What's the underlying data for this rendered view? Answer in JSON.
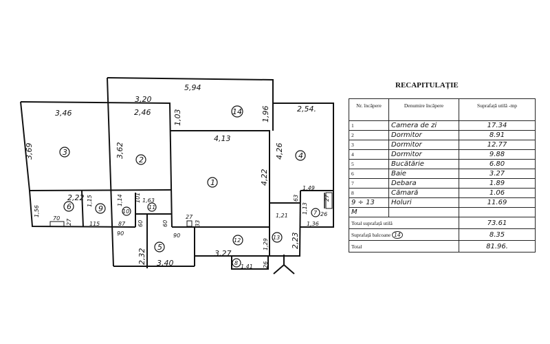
{
  "plan": {
    "rooms": [
      "1",
      "2",
      "3",
      "4",
      "5",
      "6",
      "7",
      "8",
      "9",
      "10",
      "11",
      "12",
      "13",
      "14"
    ],
    "dims": {
      "d594": "5,94",
      "d320": "3,20",
      "d246": "2,46",
      "d346": "3,46",
      "d103": "1,03",
      "d196": "1,96",
      "d254": "2,54.",
      "d369": "3,69",
      "d362": "3,62",
      "d413": "4,13",
      "d426": "4,26",
      "d422": "4,22",
      "d222": "2,22",
      "d156": "1,56",
      "d70": "70",
      "d27a": "27",
      "d115a": "1,15",
      "d115b": "115",
      "d114": "1,14",
      "d87": "87",
      "d101": "101",
      "d163": "1,63",
      "d60a": "60",
      "d60b": "60",
      "d90a": "90",
      "d90b": "90",
      "d27b": "27",
      "d33": "33",
      "d232": "2,32",
      "d340": "3,40",
      "d327": "3,27",
      "d141": "1,41",
      "d26a": "26",
      "d129": "1,29",
      "d121": "1,21",
      "d63": "63",
      "d149": "1,49",
      "d113": "1,13",
      "d136": "1,36",
      "d26b": "26",
      "d223": "2,23",
      "d27c": "27"
    }
  },
  "recap": {
    "title": "RECAPITULAȚIE",
    "headers": [
      "Nr. încăpere",
      "Denumire încăpere",
      "Suprafață utilă -mp"
    ],
    "rows": [
      {
        "nr": "1",
        "name": "Camera de zi",
        "area": "17.34"
      },
      {
        "nr": "2",
        "name": "Dormitor",
        "area": "8.91"
      },
      {
        "nr": "3",
        "name": "Dormitor",
        "area": "12.77"
      },
      {
        "nr": "4",
        "name": "Dormitor",
        "area": "9.88"
      },
      {
        "nr": "5",
        "name": "Bucătărie",
        "area": "6.80"
      },
      {
        "nr": "6",
        "name": "Baie",
        "area": "3.27"
      },
      {
        "nr": "7",
        "name": "Debara",
        "area": "1.89"
      },
      {
        "nr": "8",
        "name": "Cămară",
        "area": "1.06"
      },
      {
        "nr": "9 ÷ 13",
        "name": "Holuri",
        "area": "11.69"
      },
      {
        "nr": "M",
        "name": "",
        "area": ""
      }
    ],
    "total_util_label": "Total suprafață utilă",
    "total_util": "73.61",
    "balcony_label": "Suprafață balcoane",
    "balcony_ref": "14",
    "balcony": "8.35",
    "total_label": "Total",
    "total": "81.96."
  }
}
